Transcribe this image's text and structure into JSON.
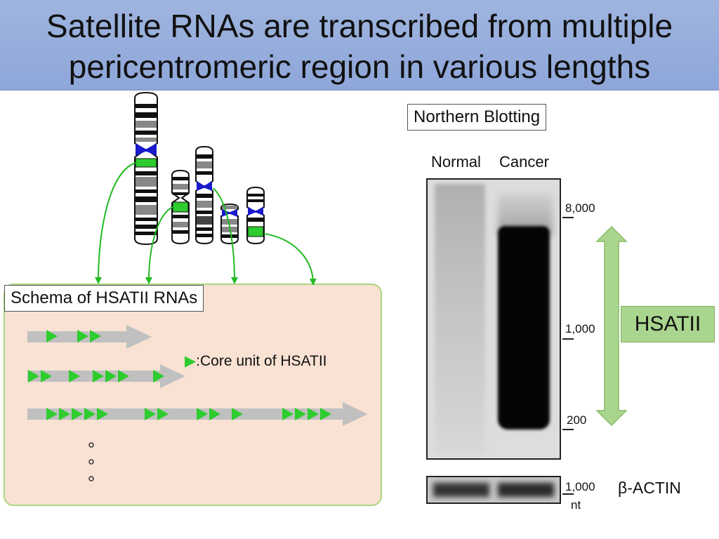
{
  "title": {
    "line1": "Satellite RNAs are transcribed from multiple",
    "line2": "pericentromeric region in various lengths"
  },
  "schema": {
    "label": "Schema of HSATII RNAs",
    "legend_text": ":Core unit of HSATII",
    "legend_symbol": "▶"
  },
  "blot": {
    "label": "Northern Blotting",
    "lanes": [
      "Normal",
      "Cancer"
    ],
    "markers": [
      "8,000",
      "1,000",
      "200"
    ],
    "actin_marker": "1,000",
    "unit": "nt",
    "hsatii_label": "HSATII",
    "actin_label": "β-ACTIN"
  },
  "colors": {
    "title_bg": "#9fb5df",
    "panel_bg": "#f9e2d3",
    "core_unit": "#2ecc2e",
    "centromere": "#1a1acc",
    "arrow_green": "#a9d58e"
  }
}
